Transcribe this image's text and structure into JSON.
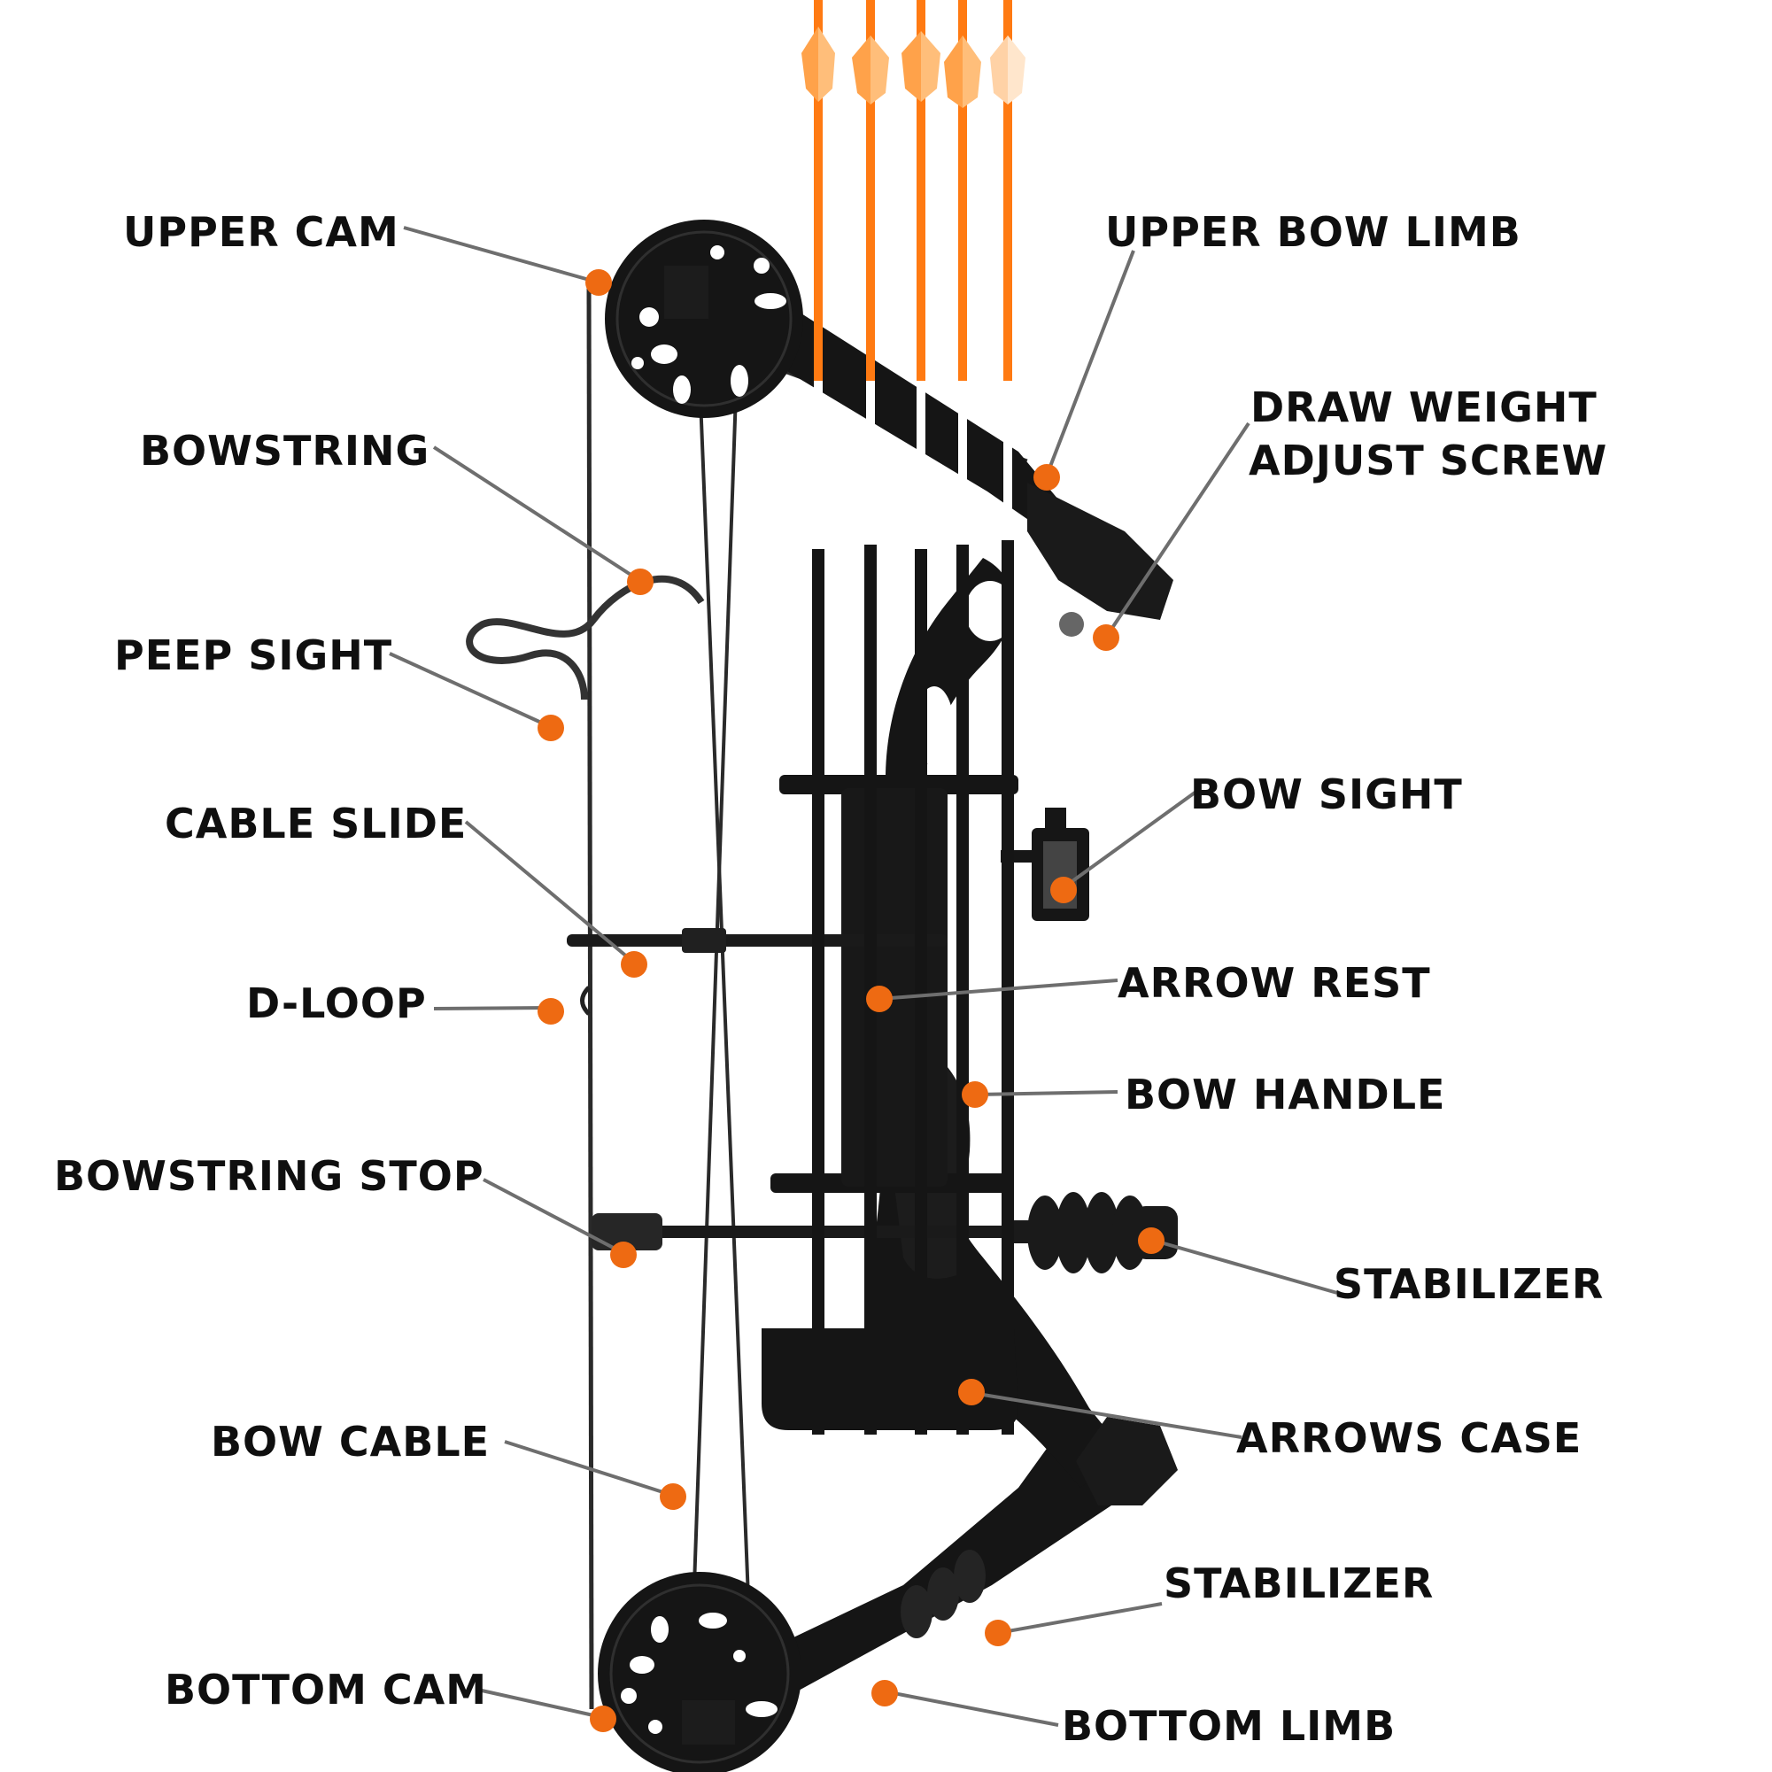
{
  "colors": {
    "callout_dot": "#ee6a12",
    "leader_line": "#6e6e6e",
    "label_text": "#0f0f0f",
    "bow_body": "#151515",
    "arrow_orange": "#ff7a12",
    "arrow_white": "#ffffff",
    "fletching": "#ffa24a"
  },
  "labels": {
    "upper_cam": "UPPER CAM",
    "bowstring": "BOWSTRING",
    "peep_sight": "PEEP SIGHT",
    "cable_slide": "CABLE SLIDE",
    "d_loop": "D-LOOP",
    "bowstring_stop": "BOWSTRING STOP",
    "bow_cable": "BOW CABLE",
    "bottom_cam": "BOTTOM CAM",
    "upper_bow_limb": "UPPER BOW LIMB",
    "draw_weight_line1": "DRAW WEIGHT",
    "draw_weight_line2": "ADJUST SCREW",
    "bow_sight": "BOW SIGHT",
    "arrow_rest": "ARROW REST",
    "bow_handle": "BOW HANDLE",
    "stabilizer_upper": "STABILIZER",
    "arrows_case": "ARROWS CASE",
    "stabilizer_lower": "STABILIZER",
    "bottom_limb": "BOTTOM LIMB"
  },
  "icons": [
    "compound-bow-illustration",
    "callout-dot"
  ]
}
